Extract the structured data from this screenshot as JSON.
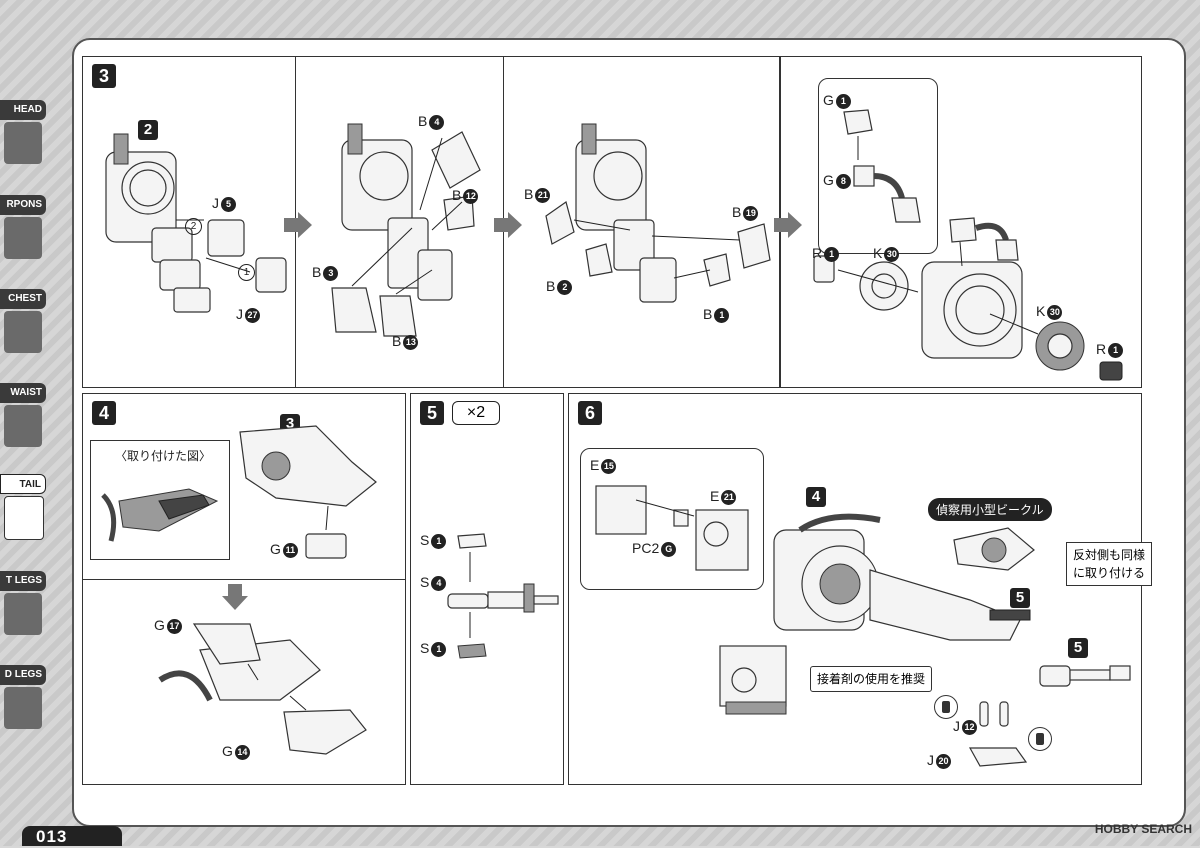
{
  "sidebar": {
    "tabs": [
      {
        "label": "HEAD",
        "active": false
      },
      {
        "label": "RPONS",
        "active": false
      },
      {
        "label": "CHEST",
        "active": false
      },
      {
        "label": "WAIST",
        "active": false
      },
      {
        "label": "TAIL",
        "active": true
      },
      {
        "label": "T LEGS",
        "active": false
      },
      {
        "label": "D LEGS",
        "active": false
      }
    ]
  },
  "page_number": "013",
  "watermark": "HOBBY SEARCH",
  "steps": {
    "s3": {
      "number": "3",
      "sub_step": "2",
      "parts_a": {
        "j5": "J",
        "j5n": "5",
        "j27": "J",
        "j27n": "27",
        "c1": "1",
        "c2": "2"
      },
      "parts_b": {
        "b4": "B",
        "b4n": "4",
        "b12": "B",
        "b12n": "12",
        "b3": "B",
        "b3n": "3",
        "b13": "B",
        "b13n": "13"
      },
      "parts_c": {
        "b21": "B",
        "b21n": "21",
        "b19": "B",
        "b19n": "19",
        "b2": "B",
        "b2n": "2",
        "b1": "B",
        "b1n": "1"
      },
      "parts_d": {
        "g1": "G",
        "g1n": "1",
        "g8": "G",
        "g8n": "8",
        "r1a": "R",
        "r1an": "1",
        "k30a": "K",
        "k30an": "30",
        "k30b": "K",
        "k30bn": "30",
        "r1b": "R",
        "r1bn": "1"
      }
    },
    "s4": {
      "number": "4",
      "inset_title": "〈取り付けた図〉",
      "sub_step": "3",
      "g11": "G",
      "g11n": "11",
      "g17": "G",
      "g17n": "17",
      "g14": "G",
      "g14n": "14"
    },
    "s5": {
      "number": "5",
      "multiplier": "×2",
      "s1a": "S",
      "s1an": "1",
      "s4": "S",
      "s4n": "4",
      "s1b": "S",
      "s1bn": "1"
    },
    "s6": {
      "number": "6",
      "e15": "E",
      "e15n": "15",
      "e21": "E",
      "e21n": "21",
      "pc2": "PC2",
      "pc2n": "G",
      "sub_step": "4",
      "vehicle_label": "偵察用小型ビークル",
      "opposite_note_1": "反対側も同様",
      "opposite_note_2": "に取り付ける",
      "glue_note": "接着剤の使用を推奨",
      "sub5a": "5",
      "sub5b": "5",
      "j12": "J",
      "j12n": "12",
      "j20": "J",
      "j20n": "20"
    }
  }
}
